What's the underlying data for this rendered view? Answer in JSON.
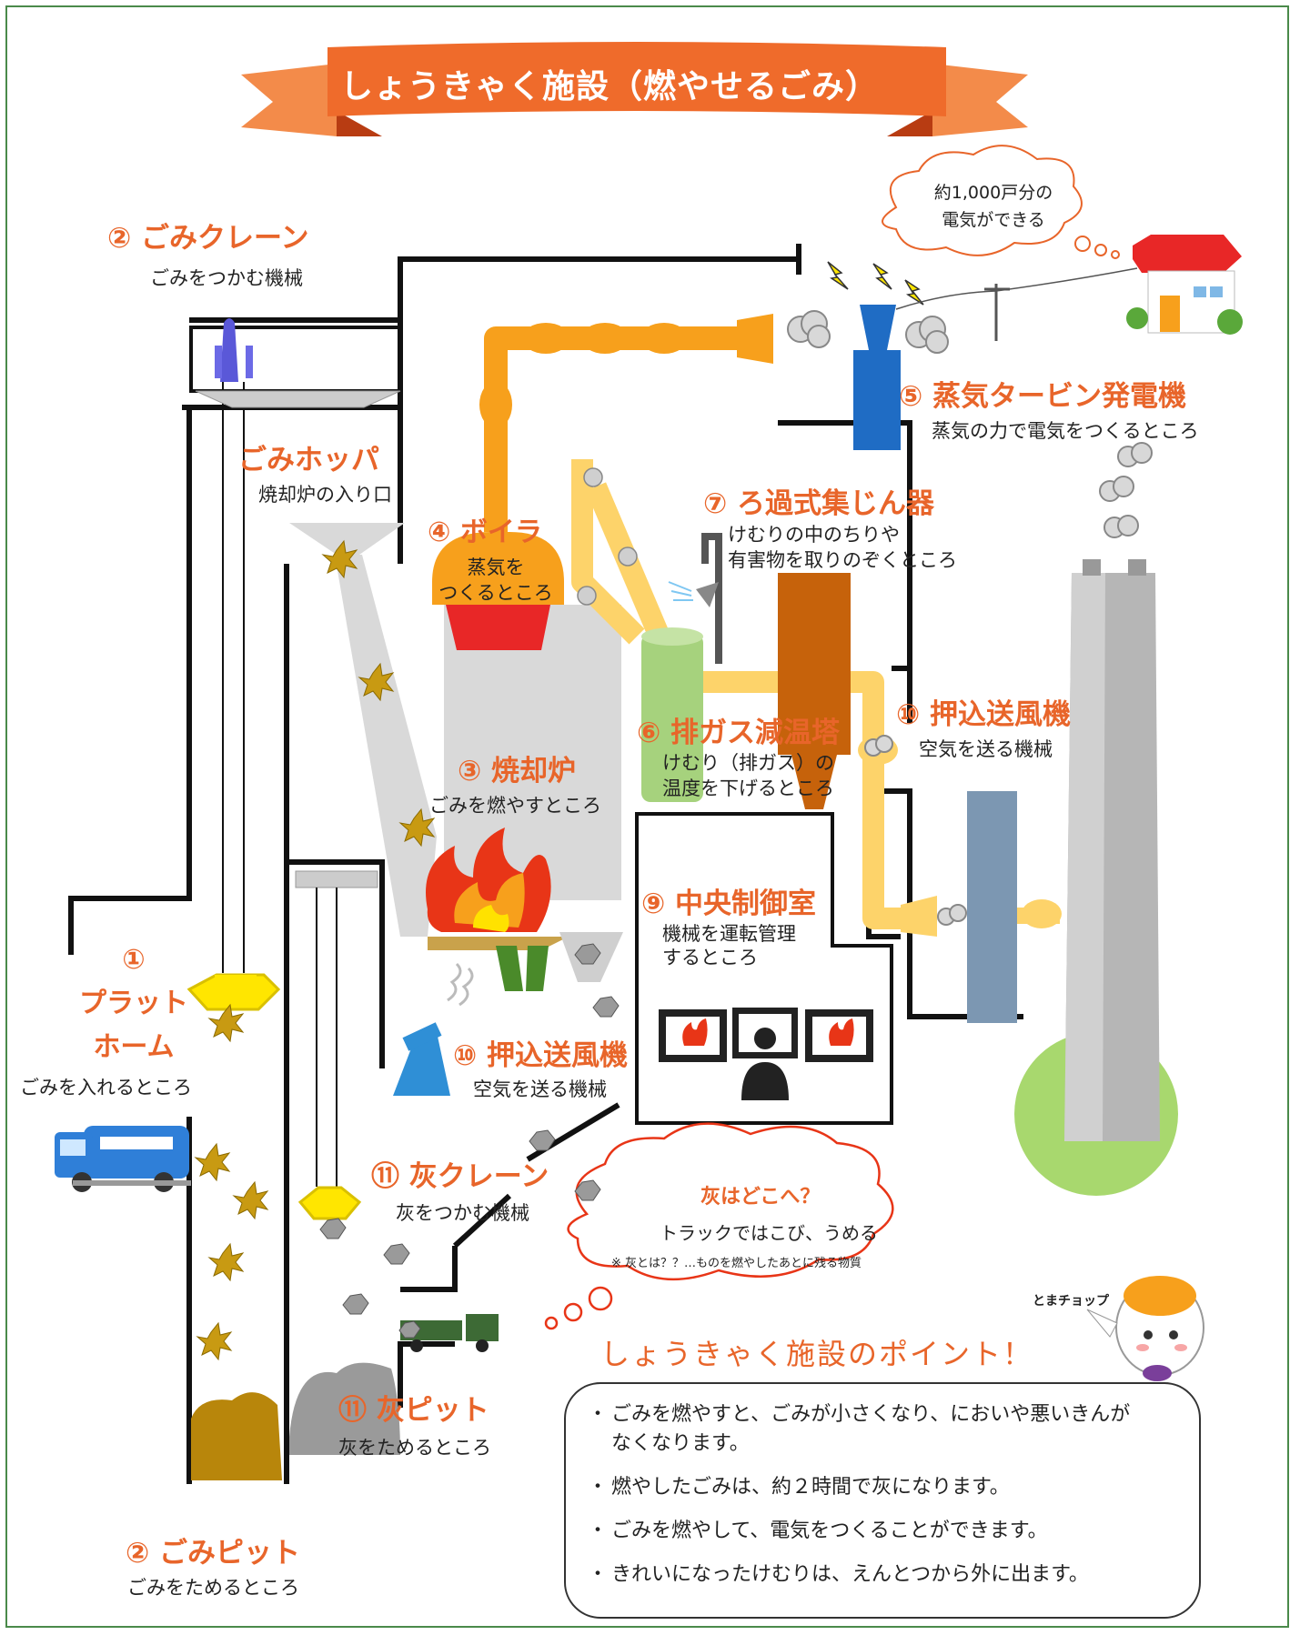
{
  "title": "しょうきゃく施設（燃やせるごみ）",
  "labels": {
    "crane": {
      "title": "② ごみクレーン",
      "desc": "ごみをつかむ機械"
    },
    "hopper": {
      "title": "ごみホッパ",
      "desc": "焼却炉の入り口"
    },
    "boiler": {
      "title": "④ ボイラ",
      "desc": "蒸気を\nつくるところ"
    },
    "turbine": {
      "title": "⑤ 蒸気タービン発電機",
      "desc": "蒸気の力で電気をつくるところ"
    },
    "filter": {
      "title": "⑦ ろ過式集じん器",
      "desc": "けむりの中のちりや\n有害物を取りのぞくところ"
    },
    "cooling": {
      "title": "⑥ 排ガス減温塔",
      "desc": "けむり（排ガス）の\n温度を下げるところ"
    },
    "fan_right": {
      "title": "⑩ 押込送風機",
      "desc": "空気を送る機械"
    },
    "incinerator": {
      "title": "③ 焼却炉",
      "desc": "ごみを燃やすところ"
    },
    "control": {
      "title": "⑨ 中央制御室",
      "desc": "機械を運転管理\nするところ"
    },
    "platform": {
      "title": "①\nプラット\nホーム",
      "desc": "ごみを入れるところ"
    },
    "fan_left": {
      "title": "⑩ 押込送風機",
      "desc": "空気を送る機械"
    },
    "ash_crane": {
      "title": "⑪ 灰クレーン",
      "desc": "灰をつかむ機械"
    },
    "ash_pit": {
      "title": "⑪ 灰ピット",
      "desc": "灰をためるところ"
    },
    "pit": {
      "title": "② ごみピット",
      "desc": "ごみをためるところ"
    }
  },
  "electricity_cloud": "約1,000戸分の\n電気ができる",
  "ash_cloud": {
    "title": "灰はどこへ？",
    "text": "トラックではこび、うめる",
    "note": "※ 灰とは？？…ものを燃やしたあとに残る物質"
  },
  "mascot_name": "とまチョップ",
  "points": {
    "title": "しょうきゃく施設のポイント！",
    "items": [
      "ごみを燃やすと、ごみが小さくなり、においや悪いきんが\nなくなります。",
      "燃やしたごみは、約２時間で灰になります。",
      "ごみを燃やして、電気をつくることができます。",
      "きれいになったけむりは、えんとつから外に出ます。"
    ]
  },
  "colors": {
    "accent": "#e8652a",
    "pipe_orange": "#f7a01c",
    "pipe_yellow": "#fdd36a",
    "turbine_blue": "#1f6cc4",
    "pit_brown": "#b8860b",
    "frame_green": "#4a8a4a"
  }
}
